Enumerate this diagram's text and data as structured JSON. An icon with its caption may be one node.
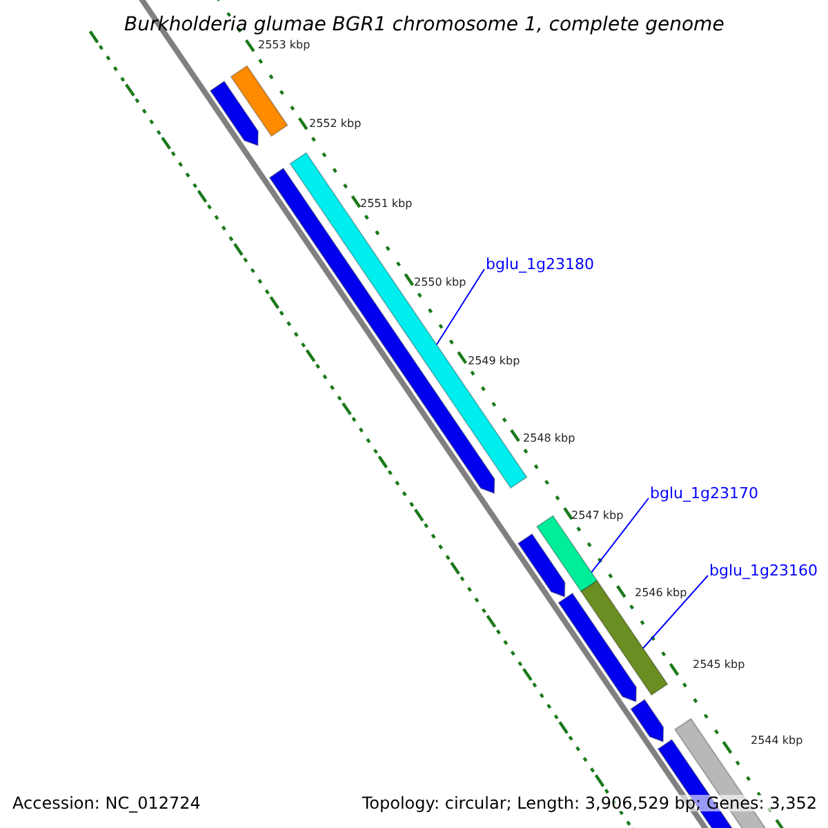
{
  "diagram": {
    "title": "Burkholderia glumae BGR1 chromosome 1, complete genome",
    "nodes": [
      {
        "text": [
          "bglu_1g23180"
        ]
      },
      {
        "text": [],
        "shape": "bar"
      },
      {
        "text": [
          "bglu_1g23170"
        ]
      },
      {
        "text": [],
        "shape": "bar"
      },
      {
        "text": [
          "bglu_1g23160"
        ]
      },
      {
        "text": [],
        "shape": "bar"
      }
    ],
    "edges": [
      {
        "from": 0,
        "to": 1,
        "arrow": "none"
      },
      {
        "from": 2,
        "to": 3,
        "arrow": "none"
      },
      {
        "from": 4,
        "to": 5,
        "arrow": "none"
      }
    ],
    "labels": [
      "2553 kbp",
      "2552 kbp",
      "2551 kbp",
      "2550 kbp",
      "2549 kbp",
      "2548 kbp",
      "2547 kbp",
      "2546 kbp",
      "2545 kbp",
      "2544 kbp",
      "Accession: NC_012724",
      "Topology: circular; Length: 3,906,529 bp; Genes: 3,352"
    ]
  }
}
